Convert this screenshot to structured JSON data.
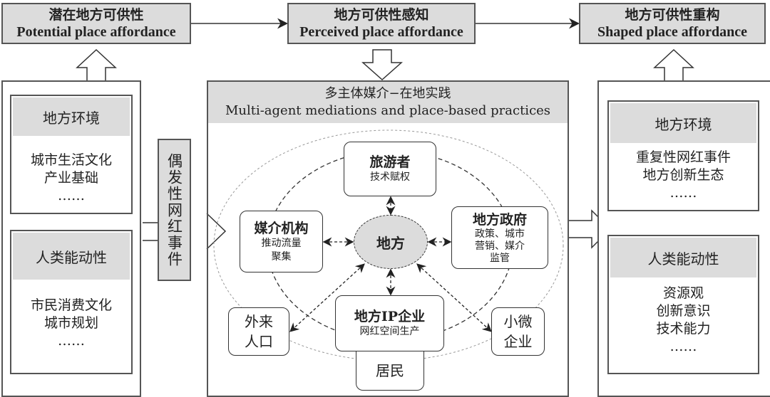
{
  "top": {
    "potential": {
      "zh": "潜在地方可供性",
      "en": "Potential place affordance"
    },
    "perceived": {
      "zh": "地方可供性感知",
      "en": "Perceived place affordance"
    },
    "shaped": {
      "zh": "地方可供性重构",
      "en": "Shaped place affordance"
    }
  },
  "left": {
    "env": {
      "title": "地方环境",
      "items": [
        "城市生活文化",
        "产业基础",
        "……"
      ]
    },
    "agency": {
      "title": "人类能动性",
      "items": [
        "市民消费文化",
        "城市规划",
        "……"
      ]
    }
  },
  "event": "偶发性网红事件",
  "center": {
    "title_zh": "多主体媒介−在地实践",
    "title_en": "Multi-agent mediations and place-based practices",
    "place": "地方",
    "tourist": {
      "title": "旅游者",
      "sub": "技术赋权"
    },
    "media": {
      "title": "媒介机构",
      "sub": [
        "推动流量",
        "聚集"
      ]
    },
    "gov": {
      "title": "地方政府",
      "sub": [
        "政策、城市",
        "营销、媒介",
        "监管"
      ]
    },
    "ip": {
      "title": "地方IP企业",
      "sub": "网红空间生产"
    },
    "migrants": [
      "外来",
      "人口"
    ],
    "small": [
      "小微",
      "企业"
    ],
    "residents": "居民"
  },
  "right": {
    "env": {
      "title": "地方环境",
      "items": [
        "重复性网红事件",
        "地方创新生态",
        "……"
      ]
    },
    "agency": {
      "title": "人类能动性",
      "items": [
        "资源观",
        "创新意识",
        "技术能力",
        "……"
      ]
    }
  }
}
